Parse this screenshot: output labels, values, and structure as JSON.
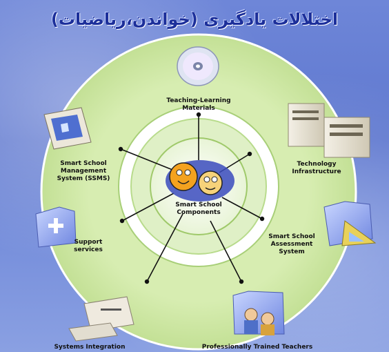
{
  "title": "اختلالات یادگیری (خواندن،ریاضیات)",
  "center_label_line1": "Smart School",
  "center_label_line2": "Components",
  "components": {
    "teaching_learning_line1": "Teaching-Learning",
    "teaching_learning_line2": "Materials",
    "technology_line1": "Technology",
    "technology_line2": "Infrastructure",
    "assessment_line1": "Smart School",
    "assessment_line2": "Assessment",
    "assessment_line3": "System",
    "management_line1": "Smart School",
    "management_line2": "Management",
    "management_line3": "System (SSMS)",
    "support_line1": "Support",
    "support_line2": "services",
    "integration": "Systems Integration",
    "teachers": "Professionally Trained Teachers"
  },
  "colors": {
    "outer_ring": "#cfe8a8",
    "inner_circle": "#ffffff",
    "title": "#1c2f9a",
    "background": "#6e86d8"
  },
  "icons": [
    "cd-disc-icon",
    "server-icon",
    "folder-triangle-icon",
    "teachers-folder-icon",
    "computer-icon",
    "monitor-icon",
    "folder-plus-icon",
    "mascot-icon"
  ]
}
